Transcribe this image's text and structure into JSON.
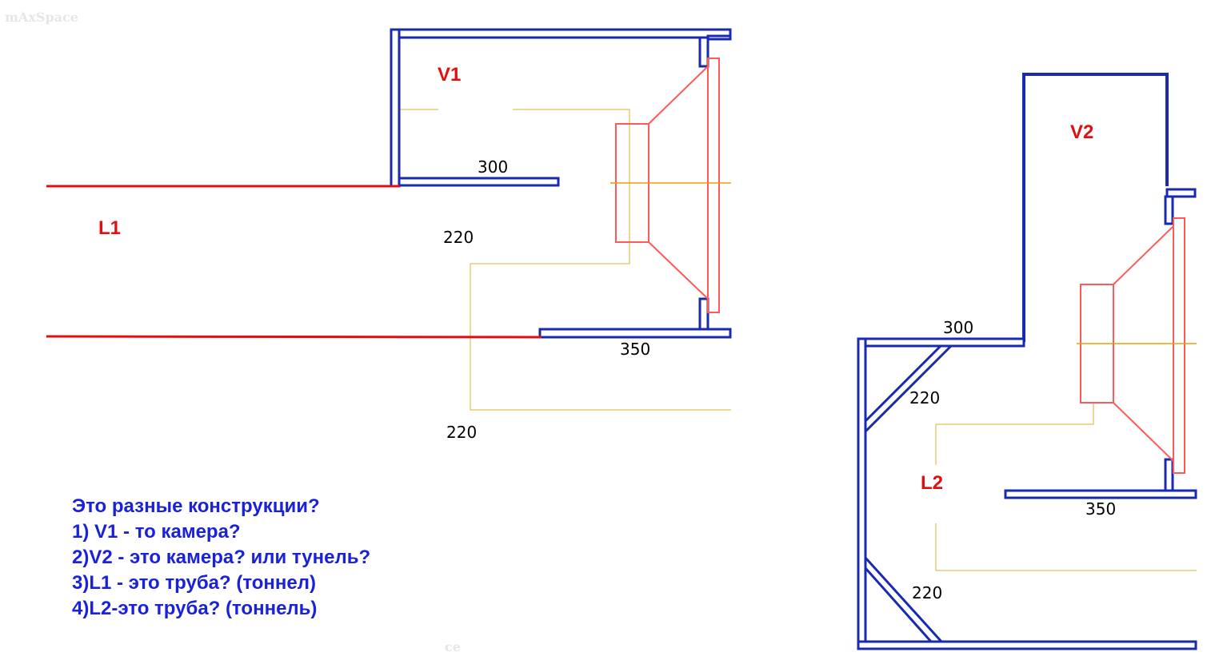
{
  "watermark": {
    "top": "mAxSpace",
    "bottom": "ce"
  },
  "left_design": {
    "volume_label": "V1",
    "port_label": "L1",
    "dimensions": [
      "300",
      "220",
      "350",
      "220"
    ]
  },
  "right_design": {
    "volume_label": "V2",
    "port_label": "L2",
    "dimensions": [
      "300",
      "220",
      "350",
      "220"
    ]
  },
  "questions": [
    "Это разные конструкции?",
    "1) V1 - то камера?",
    "2)V2 - это камера? или тунель?",
    "3)L1 - это труба? (тоннел)",
    "4)L2-это труба? (тоннель)"
  ],
  "colors": {
    "panel": "#1a2ab0",
    "driver": "#ff5a5a",
    "guide": "#d8b030",
    "axis": "#e8a000",
    "label": "#e01010",
    "question": "#1a22d8"
  }
}
